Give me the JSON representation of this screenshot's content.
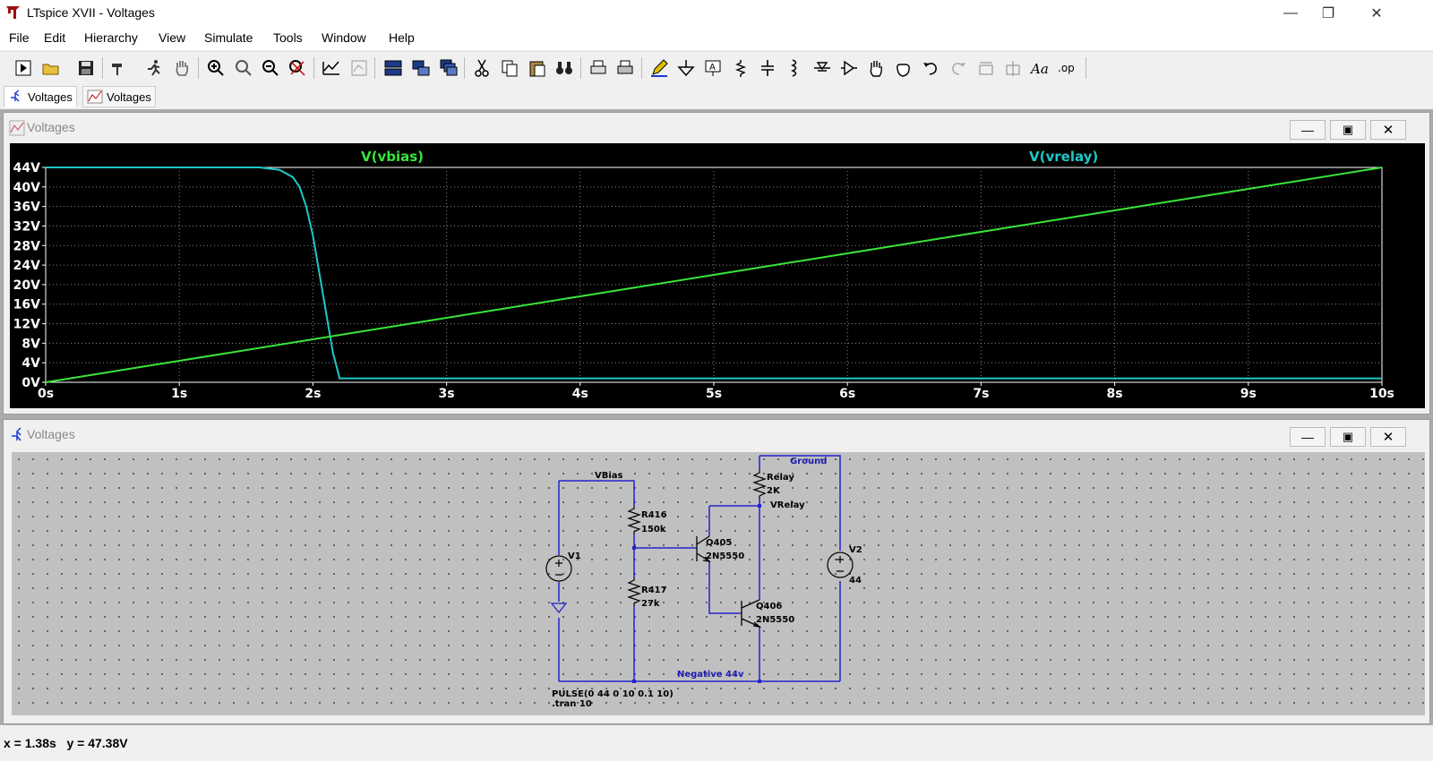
{
  "app": {
    "title": "LTspice XVII - Voltages"
  },
  "menu": {
    "items": [
      "File",
      "Edit",
      "Hierarchy",
      "View",
      "Simulate",
      "Tools",
      "Window",
      "Help"
    ]
  },
  "tabs": [
    {
      "label": "Voltages",
      "icon": "schematic-icon"
    },
    {
      "label": "Voltages",
      "icon": "waveform-icon"
    }
  ],
  "plot_window": {
    "title": "Voltages"
  },
  "schematic_window": {
    "title": "Voltages"
  },
  "chart_data": {
    "type": "line",
    "series": [
      {
        "name": "V(vbias)",
        "color": "#39e639",
        "x": [
          0,
          1,
          2,
          3,
          4,
          5,
          6,
          7,
          8,
          9,
          10
        ],
        "y": [
          0,
          4.4,
          8.8,
          13.2,
          17.6,
          22,
          26.4,
          30.8,
          35.2,
          39.6,
          44
        ]
      },
      {
        "name": "V(vrelay)",
        "color": "#1ec8c8",
        "x": [
          0,
          1.6,
          1.75,
          1.85,
          1.9,
          1.95,
          2.0,
          2.05,
          2.1,
          2.15,
          2.2,
          3,
          10
        ],
        "y": [
          44,
          44,
          43.5,
          42,
          40,
          36,
          30,
          22,
          14,
          6,
          0.8,
          0.8,
          0.8
        ]
      }
    ],
    "xlim": [
      0,
      10
    ],
    "ylim": [
      0,
      44
    ],
    "xticks": [
      "0s",
      "1s",
      "2s",
      "3s",
      "4s",
      "5s",
      "6s",
      "7s",
      "8s",
      "9s",
      "10s"
    ],
    "yticks": [
      "0V",
      "4V",
      "8V",
      "12V",
      "16V",
      "20V",
      "24V",
      "28V",
      "32V",
      "36V",
      "40V",
      "44V"
    ],
    "grid": true,
    "background": "#000000"
  },
  "schematic": {
    "labels": {
      "vbias": "VBias",
      "ground": "Ground",
      "relay": "Relay",
      "relay_val": "2K",
      "vrelay": "VRelay",
      "r416": "R416",
      "r416_val": "150k",
      "r417": "R417",
      "r417_val": "27k",
      "q405": "Q405",
      "q405_model": "2N5550",
      "q406": "Q406",
      "q406_model": "2N5550",
      "v1": "V1",
      "v2": "V2",
      "v2_val": "44",
      "neg": "Negative 44v",
      "pulse": "PULSE(0 44 0 10 0.1 10)",
      "tran": ".tran 10"
    },
    "wire_color": "#2222cc",
    "text_color": "#000000",
    "netlabel_color": "#1b1bb0"
  },
  "status": {
    "x": "x = 1.38s",
    "y": "y = 47.38V"
  }
}
